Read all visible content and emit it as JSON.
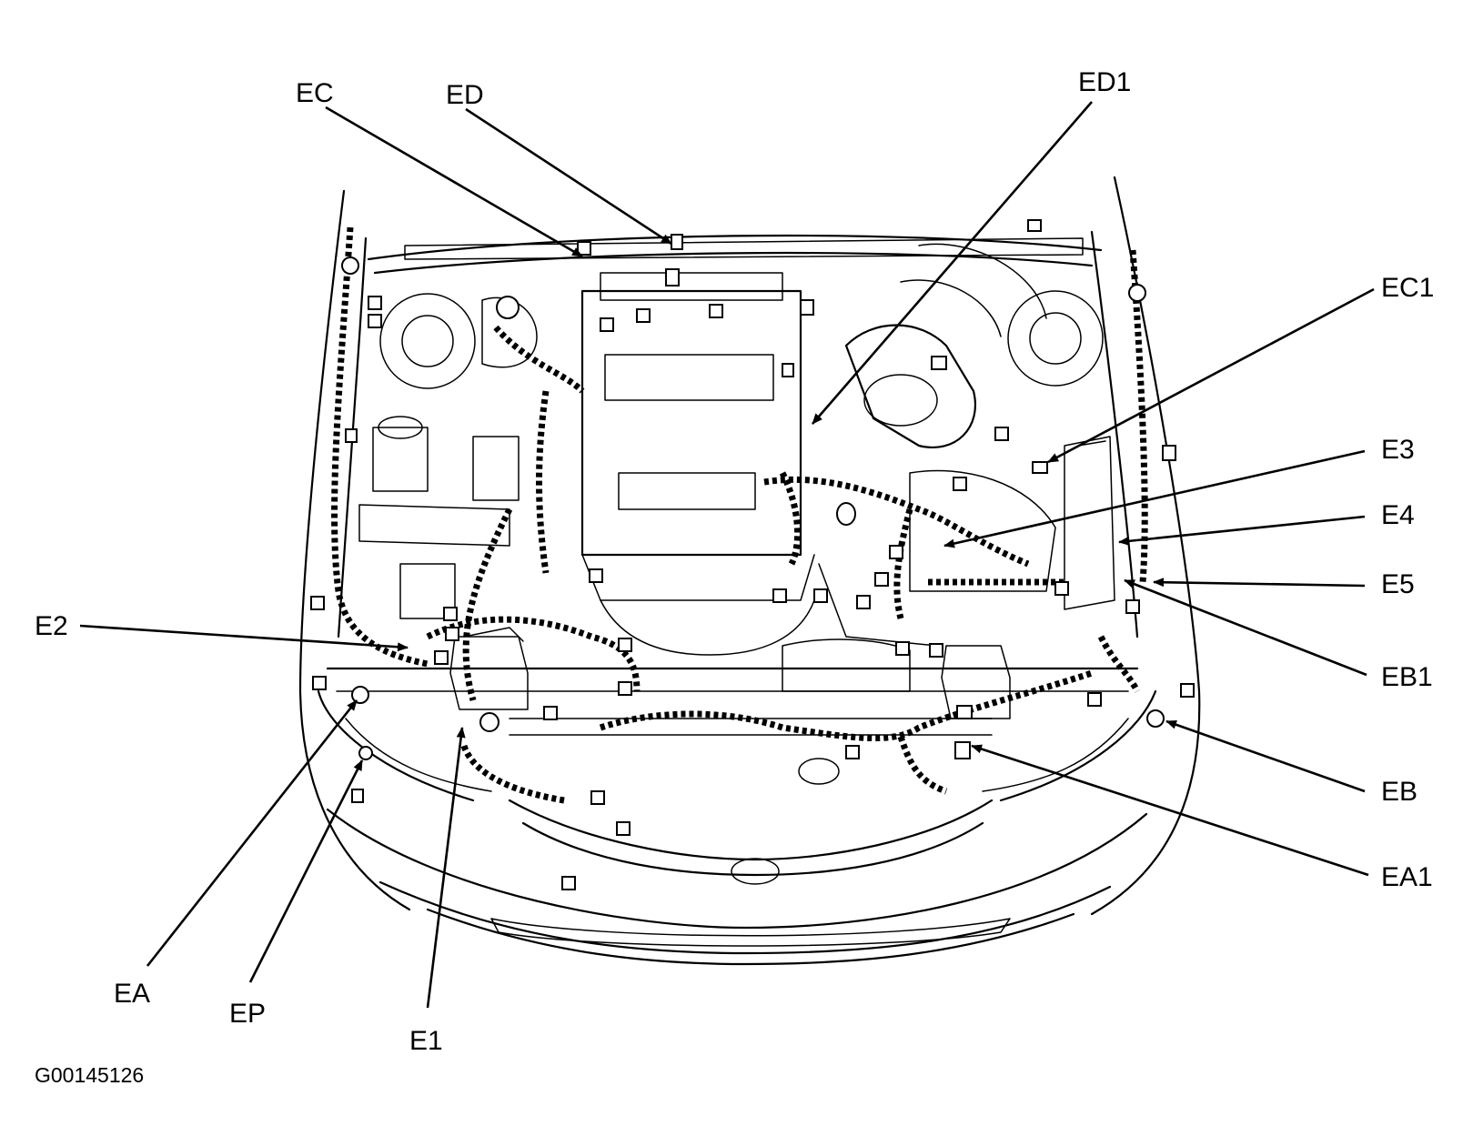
{
  "figure_code": "G00145126",
  "labels": {
    "EC": "EC",
    "ED": "ED",
    "ED1": "ED1",
    "EC1": "EC1",
    "E3": "E3",
    "E4": "E4",
    "E5": "E5",
    "EB1": "EB1",
    "EB": "EB",
    "EA1": "EA1",
    "E2": "E2",
    "EA": "EA",
    "EP": "EP",
    "E1": "E1"
  }
}
